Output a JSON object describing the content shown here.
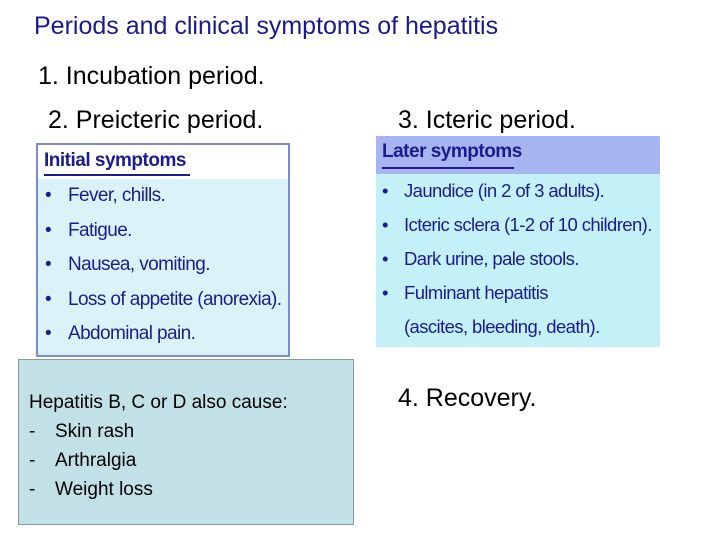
{
  "title": "Periods and clinical symptoms of hepatitis",
  "periods": {
    "p1": "1. Incubation period.",
    "p2": "2. Preicteric period.",
    "p3": "3. Icteric period.",
    "p4": "4. Recovery."
  },
  "initial_symptoms": {
    "heading": "Initial symptoms",
    "bullet": "•",
    "items": [
      "Fever, chills.",
      "Fatigue.",
      "Nausea, vomiting.",
      "Loss of appetite (anorexia).",
      "Abdominal pain."
    ]
  },
  "later_symptoms": {
    "heading": "Later symptoms",
    "bullet": "•",
    "items": [
      "Jaundice (in 2 of 3 adults).",
      "Icteric sclera (1-2 of 10 children).",
      "Dark urine, pale stools.",
      "Fulminant hepatitis"
    ],
    "continuation": "(ascites, bleeding, death)."
  },
  "also_cause": {
    "heading": "Hepatitis B, C or D also cause:",
    "dash": "-",
    "items": [
      "Skin rash",
      "Arthralgia",
      "Weight loss"
    ]
  },
  "colors": {
    "title": "#1a1a8c",
    "panel_text": "#1c1c8c",
    "initial_panel_bg": "#d9f3f8",
    "later_panel_bg": "#c4f0f8",
    "later_header_bg": "#a6b4f0",
    "also_panel_bg": "#c2e1e6"
  }
}
